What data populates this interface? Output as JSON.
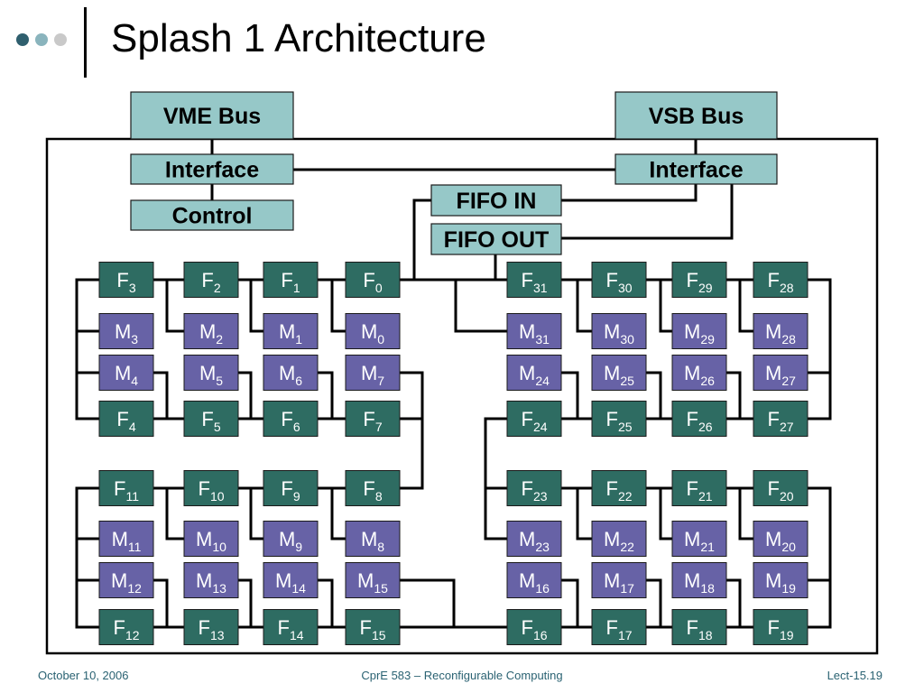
{
  "slide": {
    "title": "Splash 1 Architecture",
    "footer_left": "October 10, 2006",
    "footer_center": "CprE 583 – Reconfigurable Computing",
    "footer_right": "Lect-15.19"
  },
  "colors": {
    "bus_fill": "#96c8c8",
    "fpga_fill": "#2e6c62",
    "mem_fill": "#6762a6",
    "line": "#000000",
    "accent": "#2a6272"
  },
  "blocks": {
    "vme_bus": "VME Bus",
    "vsb_bus": "VSB Bus",
    "interface_left": "Interface",
    "interface_right": "Interface",
    "control": "Control",
    "fifo_in": "FIFO IN",
    "fifo_out": "FIFO OUT"
  },
  "fpga_rows": [
    [
      "3",
      "2",
      "1",
      "0",
      "31",
      "30",
      "29",
      "28"
    ],
    [
      "4",
      "5",
      "6",
      "7",
      "24",
      "25",
      "26",
      "27"
    ],
    [
      "11",
      "10",
      "9",
      "8",
      "23",
      "22",
      "21",
      "20"
    ],
    [
      "12",
      "13",
      "14",
      "15",
      "16",
      "17",
      "18",
      "19"
    ]
  ],
  "fpga_prefix": "F",
  "memory_prefix": "M"
}
